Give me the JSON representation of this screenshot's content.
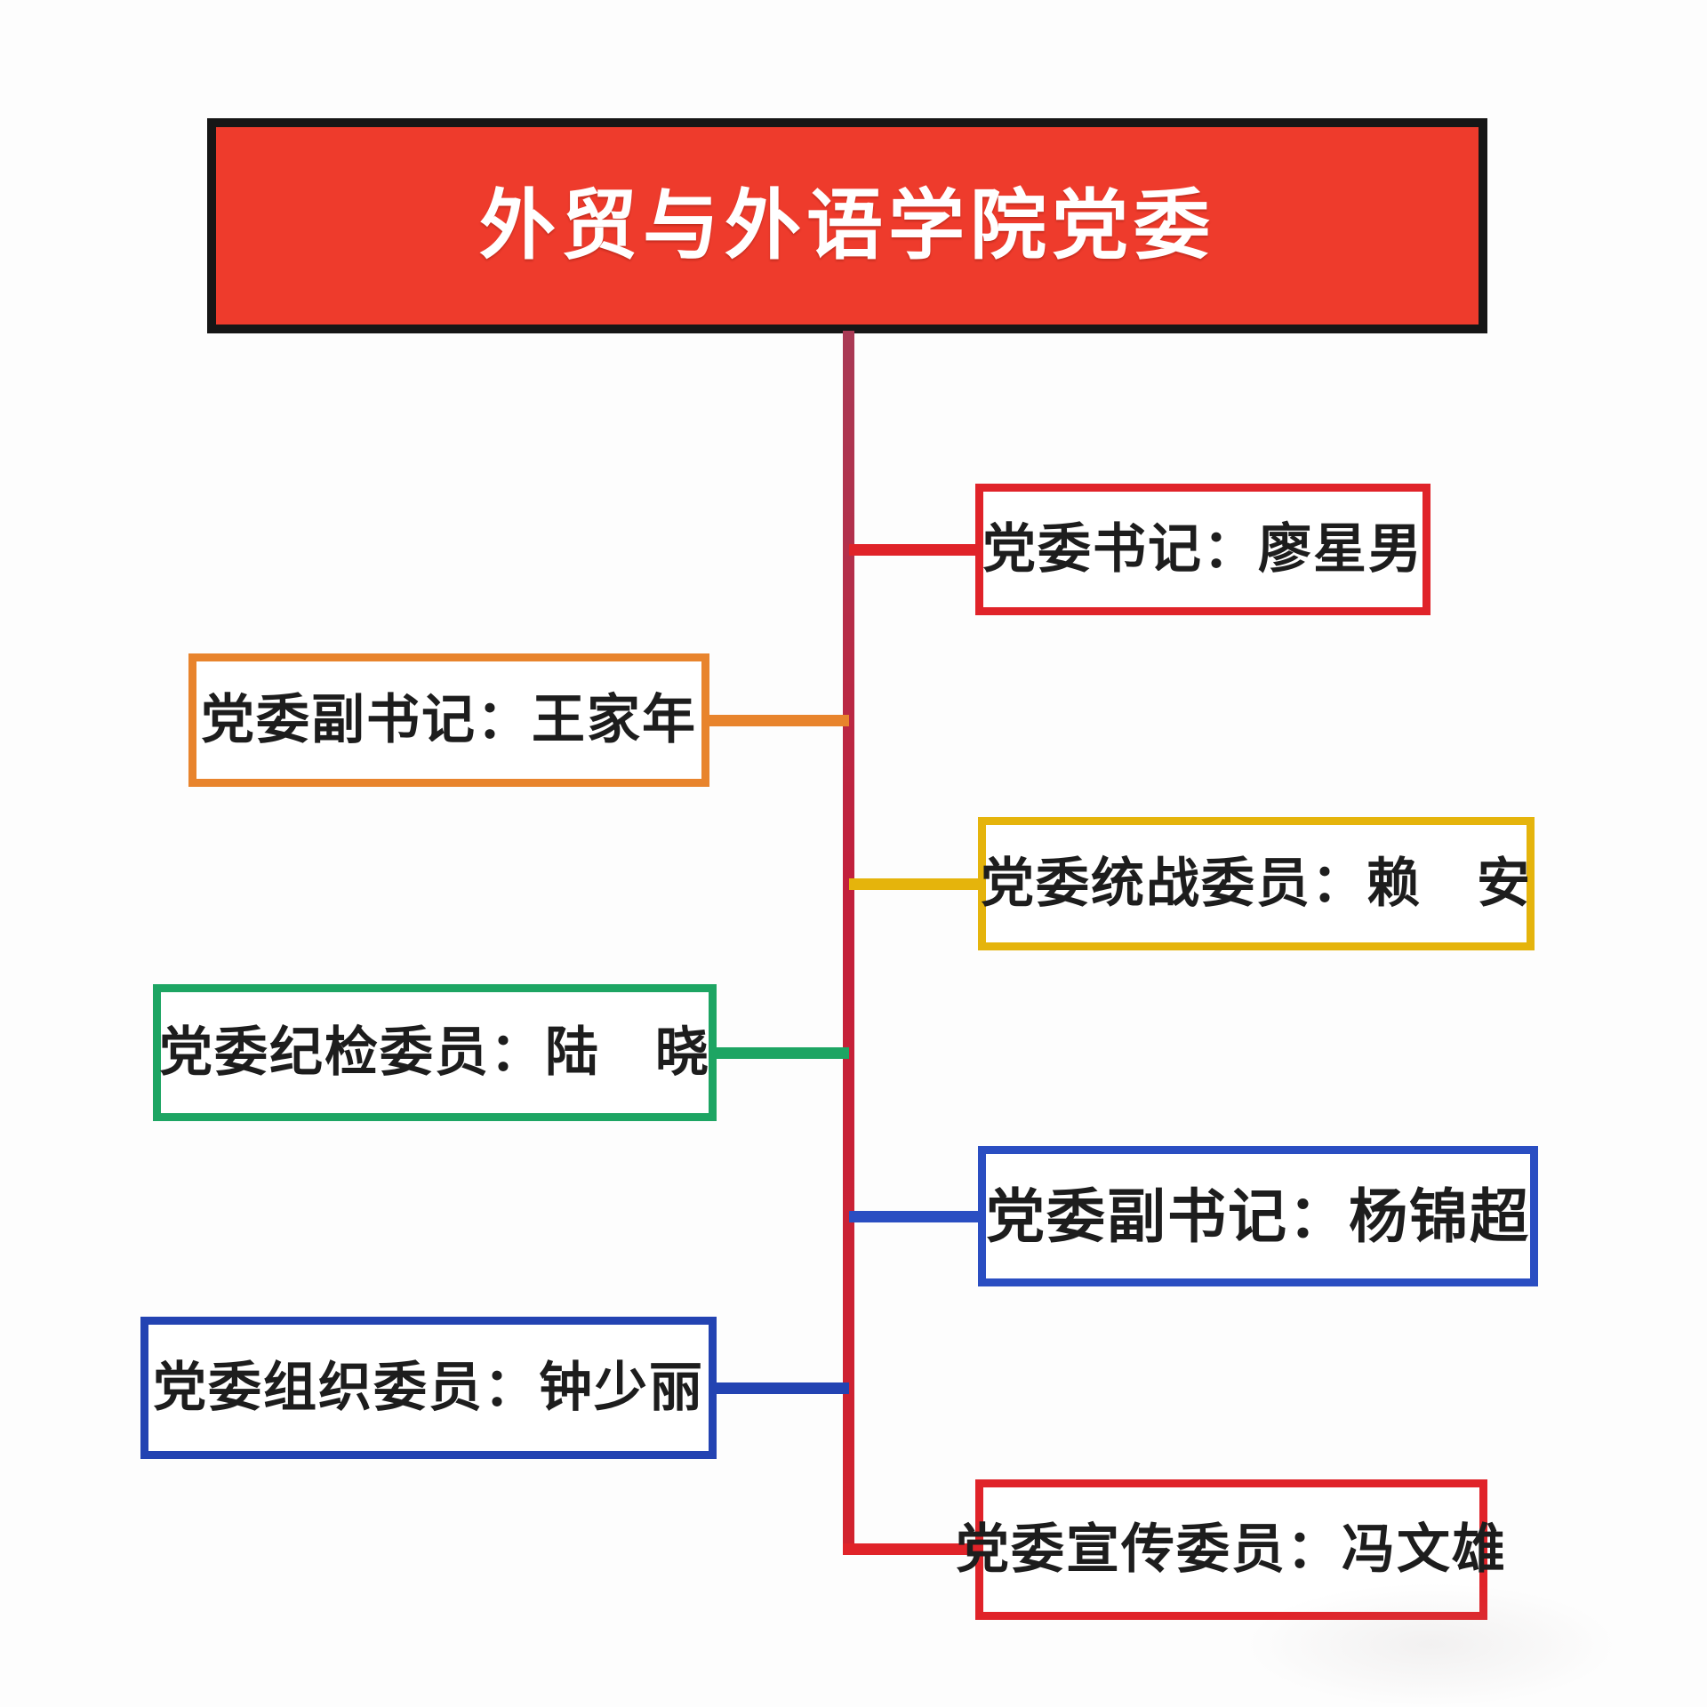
{
  "title": {
    "label": "外贸与外语学院党委",
    "fill_color": "#ee3b2c",
    "border_color": "#161616",
    "text_color": "#ffffff"
  },
  "trunk": {
    "color_top": "#a93a55",
    "color_mid": "#c2203c",
    "color_bottom": "#d2232e"
  },
  "nodes": [
    {
      "id": "party-secretary",
      "label": "党委书记：廖星男",
      "side": "right",
      "color": "#e02329"
    },
    {
      "id": "deputy-secretary-wang",
      "label": "党委副书记：王家年",
      "side": "left",
      "color": "#e8842d"
    },
    {
      "id": "united-front-member",
      "label": "党委统战委员：赖　安",
      "side": "right",
      "color": "#e5b40c"
    },
    {
      "id": "discipline-member",
      "label": "党委纪检委员：陆　晓",
      "side": "left",
      "color": "#1da563"
    },
    {
      "id": "deputy-secretary-yang",
      "label": "党委副书记：杨锦超",
      "side": "right",
      "color": "#2a4ec2"
    },
    {
      "id": "organization-member",
      "label": "党委组织委员：钟少丽",
      "side": "left",
      "color": "#2343b2"
    },
    {
      "id": "propaganda-member",
      "label": "党委宣传委员：冯文雄",
      "side": "right",
      "color": "#e02329"
    }
  ]
}
